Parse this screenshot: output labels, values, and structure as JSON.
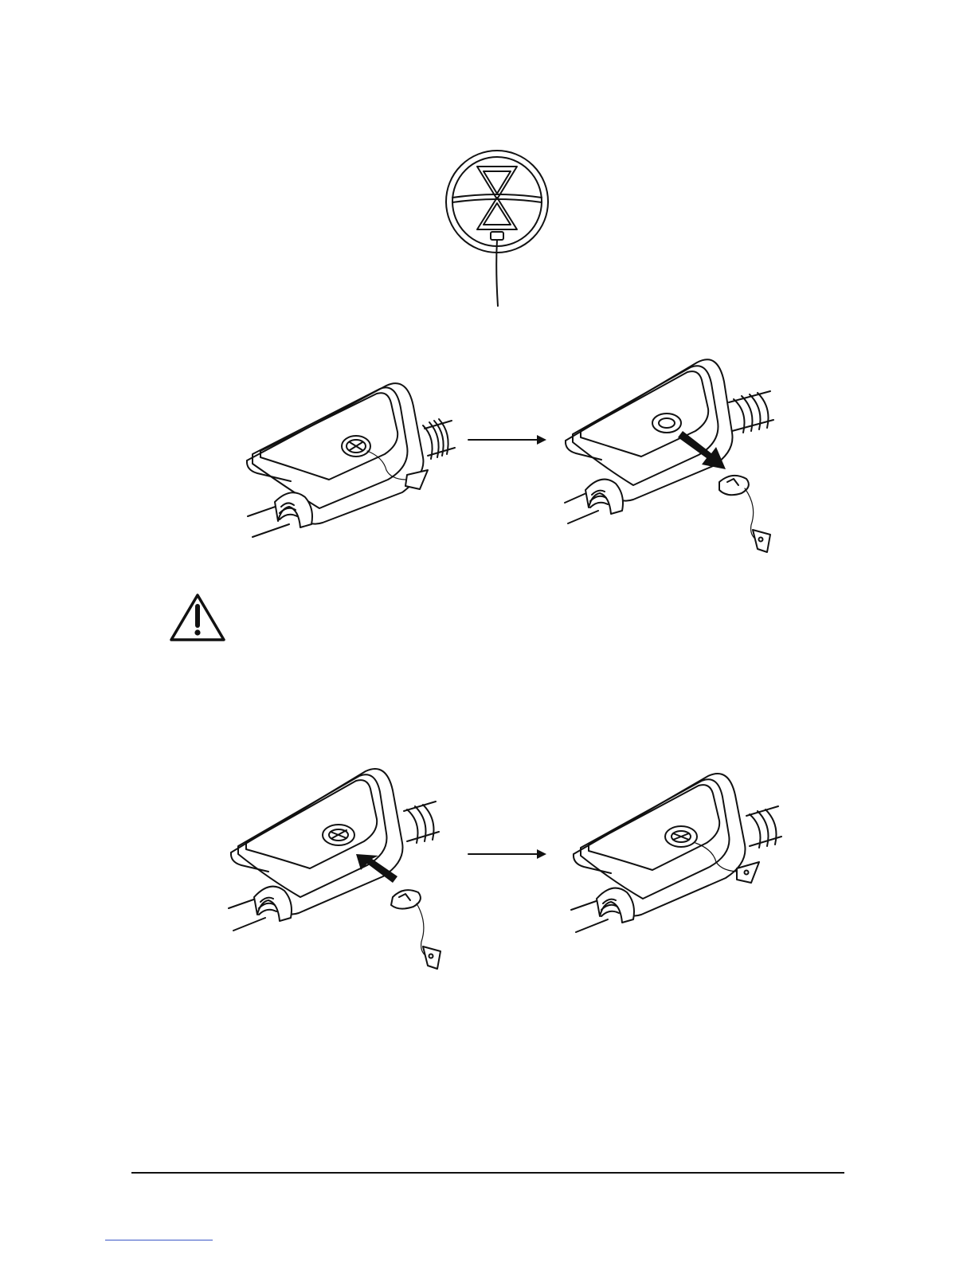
{
  "page": {
    "figures": [
      {
        "name": "safety-key-closeup"
      },
      {
        "name": "remove-key-before"
      },
      {
        "name": "remove-key-after"
      },
      {
        "name": "insert-key-before"
      },
      {
        "name": "insert-key-after"
      }
    ],
    "icons": [
      "warning-triangle-icon",
      "arrow-right-icon",
      "pull-arrow-icon",
      "push-arrow-icon"
    ]
  }
}
